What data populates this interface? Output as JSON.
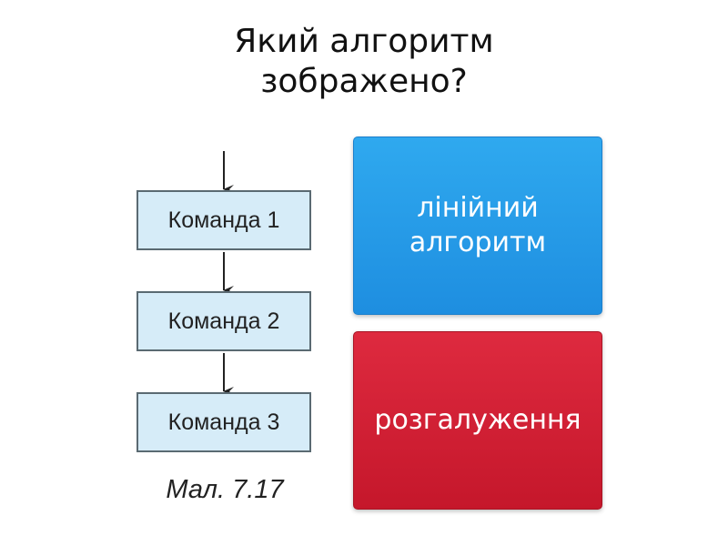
{
  "question": {
    "line1": "Який алгоритм",
    "line2": "зображено?"
  },
  "flowchart": {
    "commands": [
      "Команда 1",
      "Команда 2",
      "Команда 3"
    ],
    "caption": "Мал. 7.17",
    "box_fill": "#d6ecf8",
    "box_border": "#5a6a72"
  },
  "answers": [
    {
      "line1": "лінійний",
      "line2": "алгоритм",
      "color": "#2196ea"
    },
    {
      "line1": "розгалуження",
      "color": "#d11f34"
    }
  ]
}
